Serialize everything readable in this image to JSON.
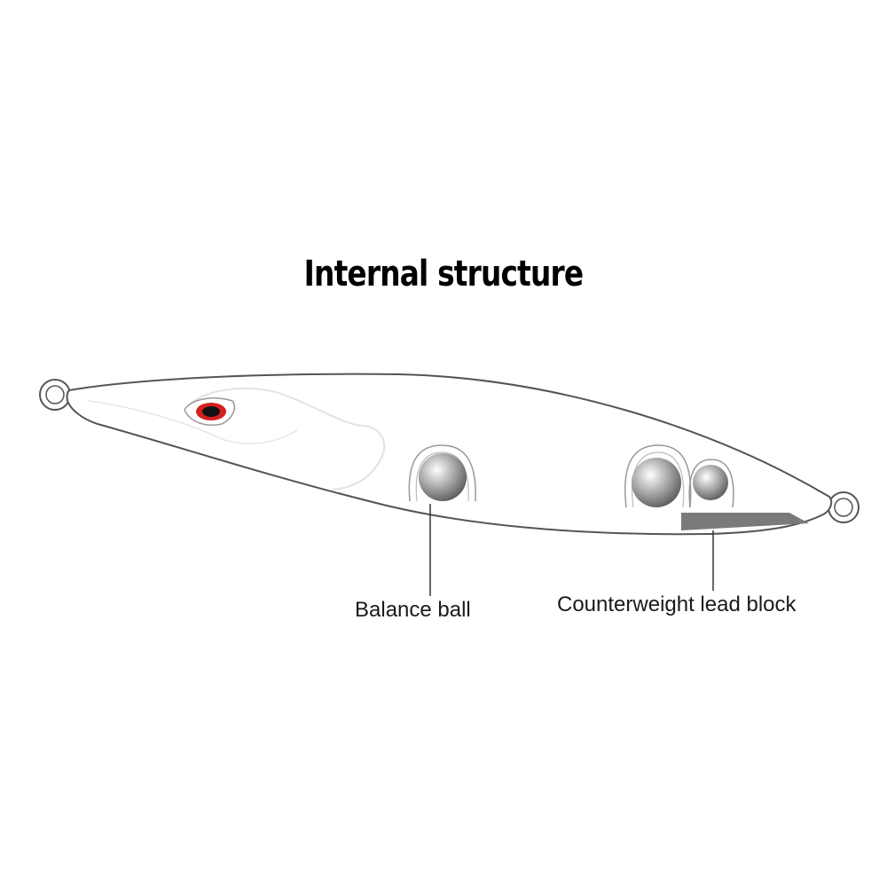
{
  "title": "Internal structure",
  "labels": {
    "balance_ball": "Balance ball",
    "counterweight": "Counterweight lead block"
  },
  "colors": {
    "outline": "#555555",
    "eye_red": "#d42020",
    "eye_pupil": "#111111",
    "lead_block": "#7a7a7a",
    "ball_light": "#ffffff",
    "ball_dark": "#555555"
  }
}
